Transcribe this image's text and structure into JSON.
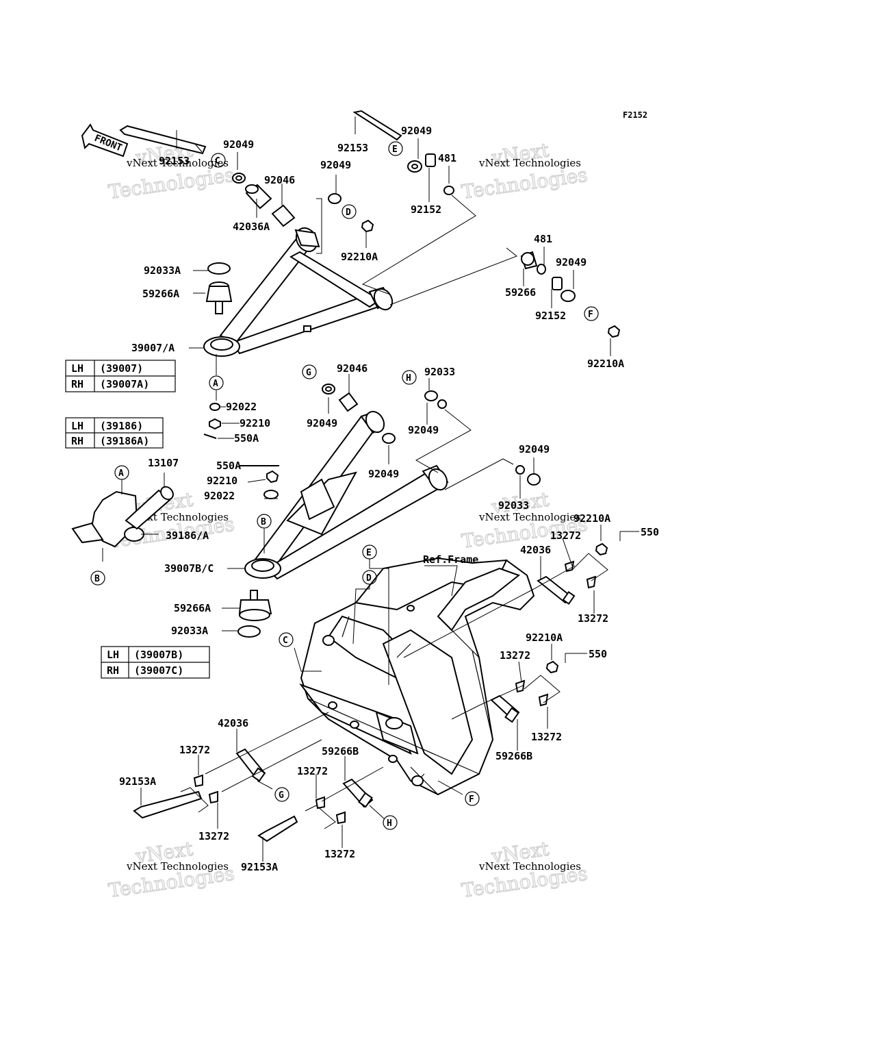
{
  "figure_code": "F2152",
  "front_arrow": "FRONT",
  "watermark": {
    "line1": "vNext",
    "line2": "Technologies",
    "small": "vNext Technologies"
  },
  "ref_frame": "Ref.Frame",
  "parts": {
    "p92153_top": "92153",
    "p92049_a": "92049",
    "p92046_a": "92046",
    "p42036A": "42036A",
    "p92049_b": "92049",
    "p92210A_a": "92210A",
    "p92153_b": "92153",
    "p92049_c": "92049",
    "p481_a": "481",
    "p92152_a": "92152",
    "p481_b": "481",
    "p92049_d": "92049",
    "p59266": "59266",
    "p92152_b": "92152",
    "p92210A_b": "92210A",
    "p92033A_a": "92033A",
    "p59266A_a": "59266A",
    "p39007A": "39007/A",
    "p92022_a": "92022",
    "p92210_a": "92210",
    "p550A_a": "550A",
    "p92046_b": "92046",
    "p92049_e": "92049",
    "p92033_a": "92033",
    "p92049_f": "92049",
    "p92049_g": "92049",
    "p92049_h": "92049",
    "p92033_b": "92033",
    "p13107": "13107",
    "p550A_b": "550A",
    "p92210_b": "92210",
    "p92022_b": "92022",
    "p39186A": "39186/A",
    "p39007BC": "39007B/C",
    "p59266A_b": "59266A",
    "p92033A_b": "92033A",
    "p92210A_c": "92210A",
    "p550_a": "550",
    "p13272_a": "13272",
    "p42036_a": "42036",
    "p13272_b": "13272",
    "p92210A_d": "92210A",
    "p13272_c": "13272",
    "p550_b": "550",
    "p13272_d": "13272",
    "p59266B_a": "59266B",
    "p42036_b": "42036",
    "p13272_e": "13272",
    "p92153A_a": "92153A",
    "p13272_f": "13272",
    "p59266B_b": "59266B",
    "p13272_g": "13272",
    "p92153A_b": "92153A",
    "p13272_h": "13272"
  },
  "tables": [
    {
      "rows": [
        {
          "side": "LH",
          "code": "(39007)"
        },
        {
          "side": "RH",
          "code": "(39007A)"
        }
      ]
    },
    {
      "rows": [
        {
          "side": "LH",
          "code": "(39186)"
        },
        {
          "side": "RH",
          "code": "(39186A)"
        }
      ]
    },
    {
      "rows": [
        {
          "side": "LH",
          "code": "(39007B)"
        },
        {
          "side": "RH",
          "code": "(39007C)"
        }
      ]
    }
  ],
  "callouts": {
    "A1": "A",
    "A2": "A",
    "B1": "B",
    "B2": "B",
    "C1": "C",
    "C2": "C",
    "D1": "D",
    "D2": "D",
    "E1": "E",
    "E2": "E",
    "F1": "F",
    "F2": "F",
    "G1": "G",
    "G2": "G",
    "H1": "H",
    "H2": "H"
  }
}
